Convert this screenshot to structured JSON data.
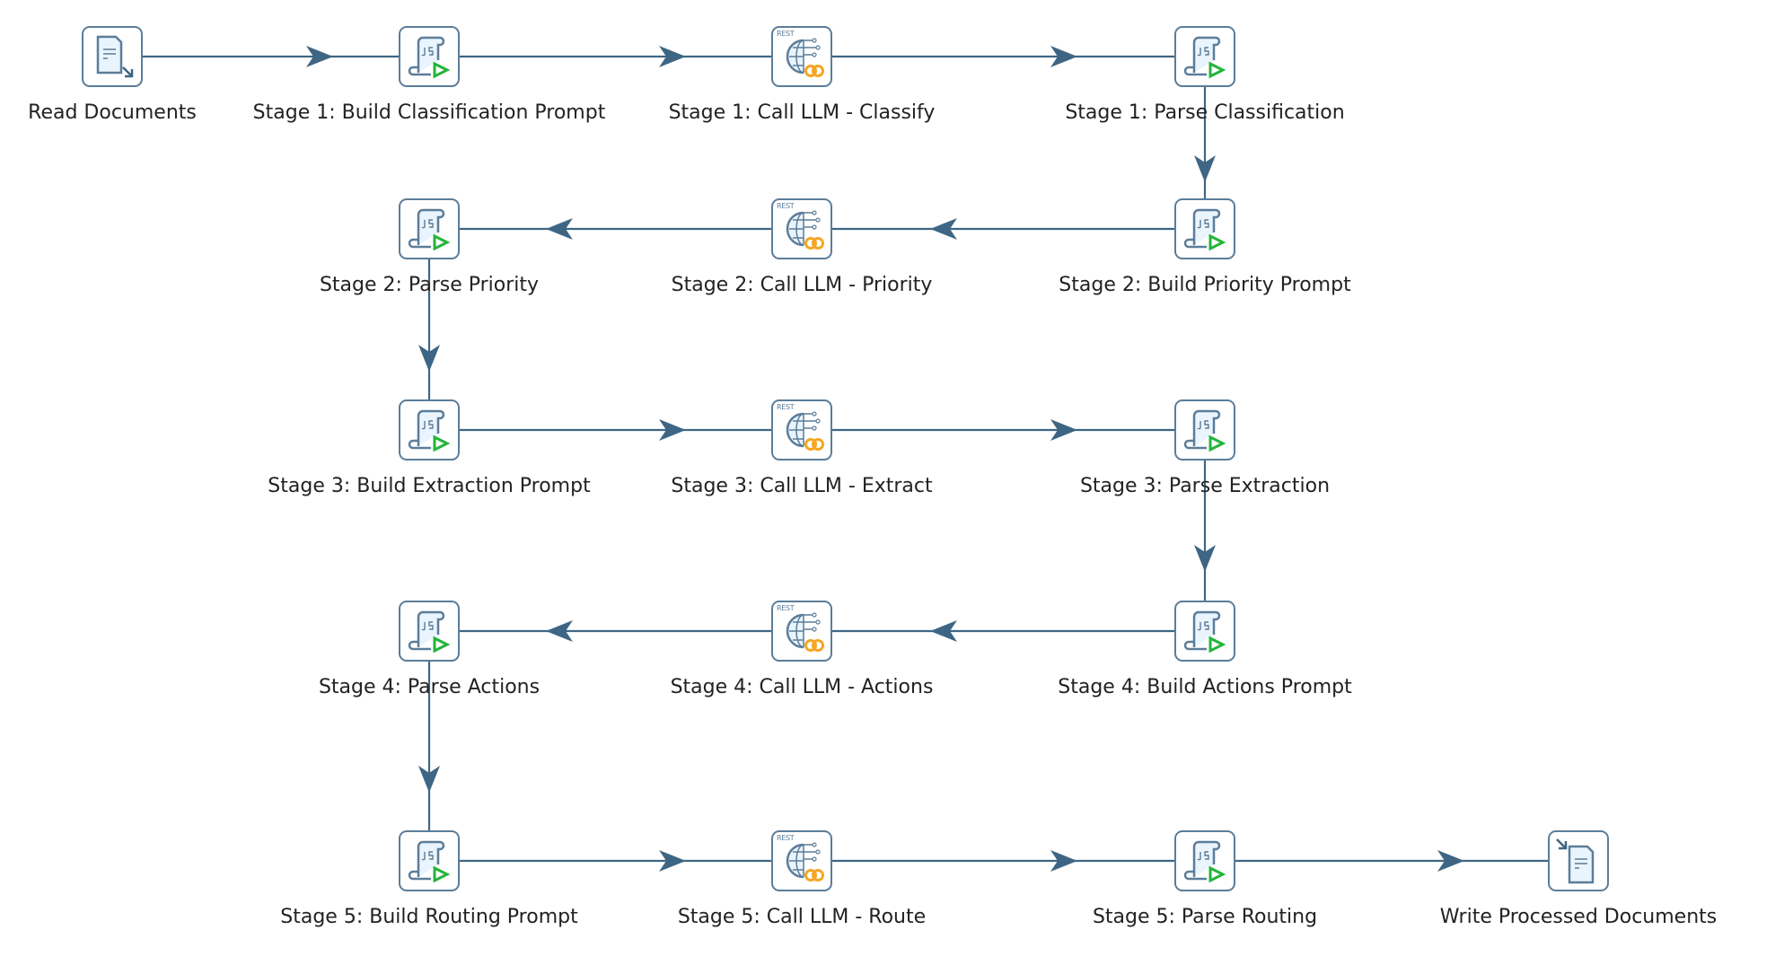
{
  "colors": {
    "edge": "#3e6684",
    "node_border": "#5b7d99",
    "js_run": "#22b53a",
    "rest_link": "#f5a623",
    "label": "#222222"
  },
  "nodes": [
    {
      "id": "read",
      "label": "Read Documents",
      "icon": "document-read-icon"
    },
    {
      "id": "s1b",
      "label": "Stage 1: Build Classification Prompt",
      "icon": "javascript-script-icon"
    },
    {
      "id": "s1c",
      "label": "Stage 1: Call LLM - Classify",
      "icon": "rest-api-icon",
      "badge": "REST"
    },
    {
      "id": "s1p",
      "label": "Stage 1: Parse Classification",
      "icon": "javascript-script-icon"
    },
    {
      "id": "s2b",
      "label": "Stage 2: Build Priority Prompt",
      "icon": "javascript-script-icon"
    },
    {
      "id": "s2c",
      "label": "Stage 2: Call LLM - Priority",
      "icon": "rest-api-icon",
      "badge": "REST"
    },
    {
      "id": "s2p",
      "label": "Stage 2: Parse Priority",
      "icon": "javascript-script-icon"
    },
    {
      "id": "s3b",
      "label": "Stage 3: Build Extraction Prompt",
      "icon": "javascript-script-icon"
    },
    {
      "id": "s3c",
      "label": "Stage 3: Call LLM - Extract",
      "icon": "rest-api-icon",
      "badge": "REST"
    },
    {
      "id": "s3p",
      "label": "Stage 3: Parse Extraction",
      "icon": "javascript-script-icon"
    },
    {
      "id": "s4b",
      "label": "Stage 4: Build Actions Prompt",
      "icon": "javascript-script-icon"
    },
    {
      "id": "s4c",
      "label": "Stage 4: Call LLM - Actions",
      "icon": "rest-api-icon",
      "badge": "REST"
    },
    {
      "id": "s4p",
      "label": "Stage 4: Parse Actions",
      "icon": "javascript-script-icon"
    },
    {
      "id": "s5b",
      "label": "Stage 5: Build Routing Prompt",
      "icon": "javascript-script-icon"
    },
    {
      "id": "s5c",
      "label": "Stage 5: Call LLM - Route",
      "icon": "rest-api-icon",
      "badge": "REST"
    },
    {
      "id": "s5p",
      "label": "Stage 5: Parse Routing",
      "icon": "javascript-script-icon"
    },
    {
      "id": "write",
      "label": "Write Processed Documents",
      "icon": "document-write-icon"
    }
  ],
  "edges": [
    [
      "read",
      "s1b"
    ],
    [
      "s1b",
      "s1c"
    ],
    [
      "s1c",
      "s1p"
    ],
    [
      "s1p",
      "s2b"
    ],
    [
      "s2b",
      "s2c"
    ],
    [
      "s2c",
      "s2p"
    ],
    [
      "s2p",
      "s3b"
    ],
    [
      "s3b",
      "s3c"
    ],
    [
      "s3c",
      "s3p"
    ],
    [
      "s3p",
      "s4b"
    ],
    [
      "s4b",
      "s4c"
    ],
    [
      "s4c",
      "s4p"
    ],
    [
      "s4p",
      "s5b"
    ],
    [
      "s5b",
      "s5c"
    ],
    [
      "s5c",
      "s5p"
    ],
    [
      "s5p",
      "write"
    ]
  ]
}
